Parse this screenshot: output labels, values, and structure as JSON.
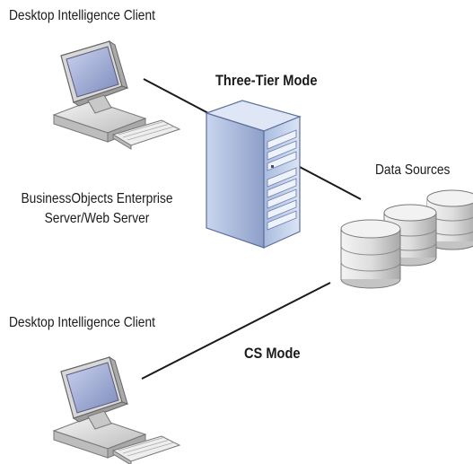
{
  "labels": {
    "client_top": "Desktop Intelligence Client",
    "client_bottom": "Desktop Intelligence Client",
    "three_tier_mode": "Three-Tier Mode",
    "cs_mode": "CS Mode",
    "server_line1": "BusinessObjects Enterprise",
    "server_line2": "Server/Web Server",
    "data_sources": "Data Sources"
  },
  "colors": {
    "line": "#1a1a1a",
    "server_body": "#b9c9e6",
    "server_dark": "#7f92bd",
    "monitor_body": "#e6e6e6",
    "screen": "#9aa6cf",
    "disk": "#d9d9d9"
  },
  "icons": [
    "desktop-computer-icon",
    "server-tower-icon",
    "database-icon"
  ]
}
